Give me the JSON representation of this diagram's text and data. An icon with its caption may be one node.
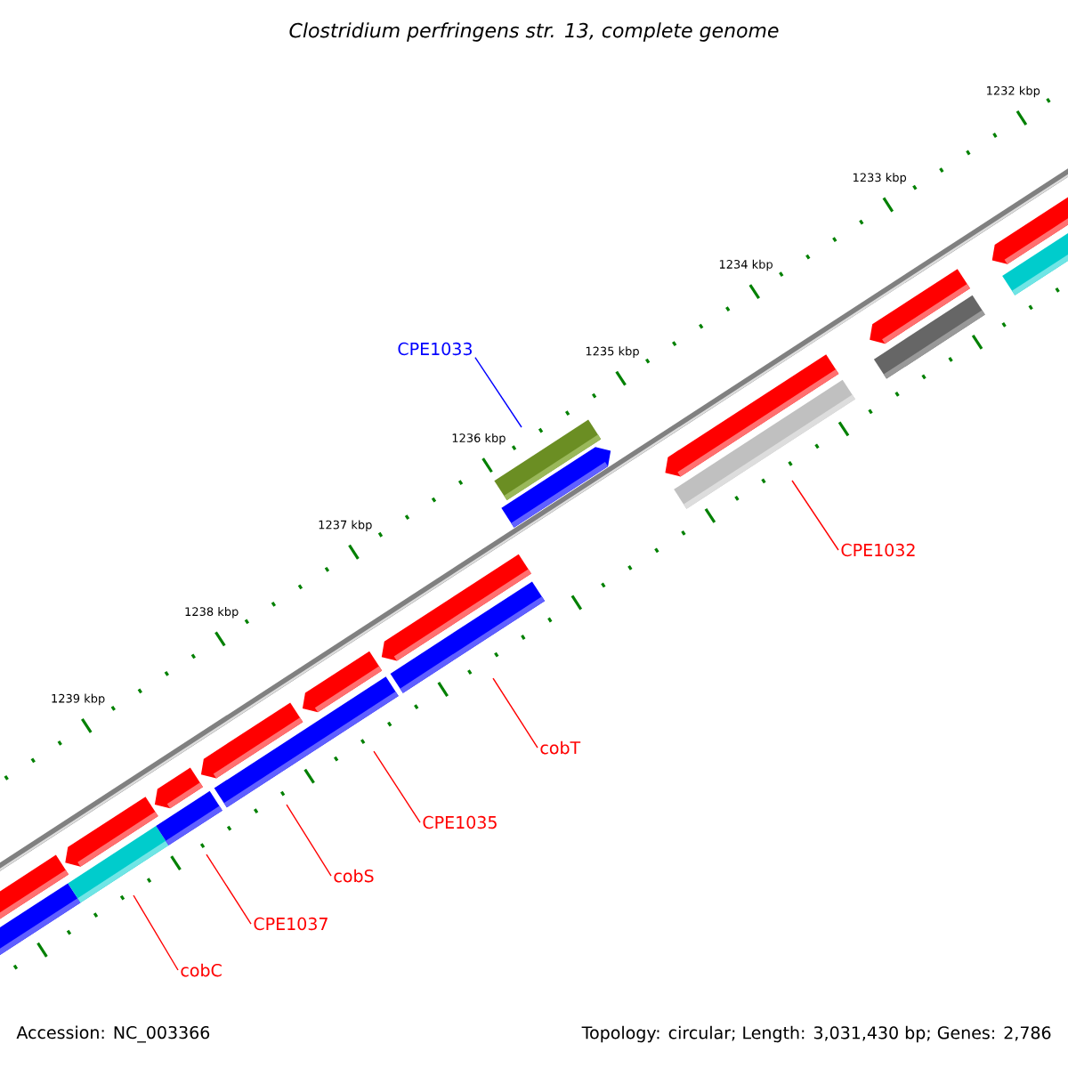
{
  "diagram": {
    "title": "Clostridium perfringens str. 13, complete genome",
    "nodes": [
      {
        "text": [
          "CPE1033"
        ]
      },
      {
        "text": [
          "CPE1032"
        ]
      },
      {
        "text": [
          "cobT"
        ]
      },
      {
        "text": [
          "CPE1035"
        ]
      },
      {
        "text": [
          "cobS"
        ]
      },
      {
        "text": [
          "CPE1037"
        ]
      },
      {
        "text": [
          "cobC"
        ]
      }
    ],
    "edges": [
      {
        "from": 0,
        "to": null,
        "arrow": "none",
        "color": "#0000ff"
      },
      {
        "from": 1,
        "to": null,
        "arrow": "none"
      },
      {
        "from": 2,
        "to": null,
        "arrow": "none"
      },
      {
        "from": 3,
        "to": null,
        "arrow": "none"
      },
      {
        "from": 4,
        "to": null,
        "arrow": "none"
      },
      {
        "from": 5,
        "to": null,
        "arrow": "none"
      },
      {
        "from": 6,
        "to": null,
        "arrow": "none"
      }
    ],
    "labels": [
      "1232 kbp",
      "1233 kbp",
      "1234 kbp",
      "1235 kbp",
      "1236 kbp",
      "1237 kbp",
      "1238 kbp",
      "1239 kbp",
      "Accession: NC_003366",
      "Topology: circular; Length: 3,031,430 bp; Genes: 2,786"
    ]
  }
}
